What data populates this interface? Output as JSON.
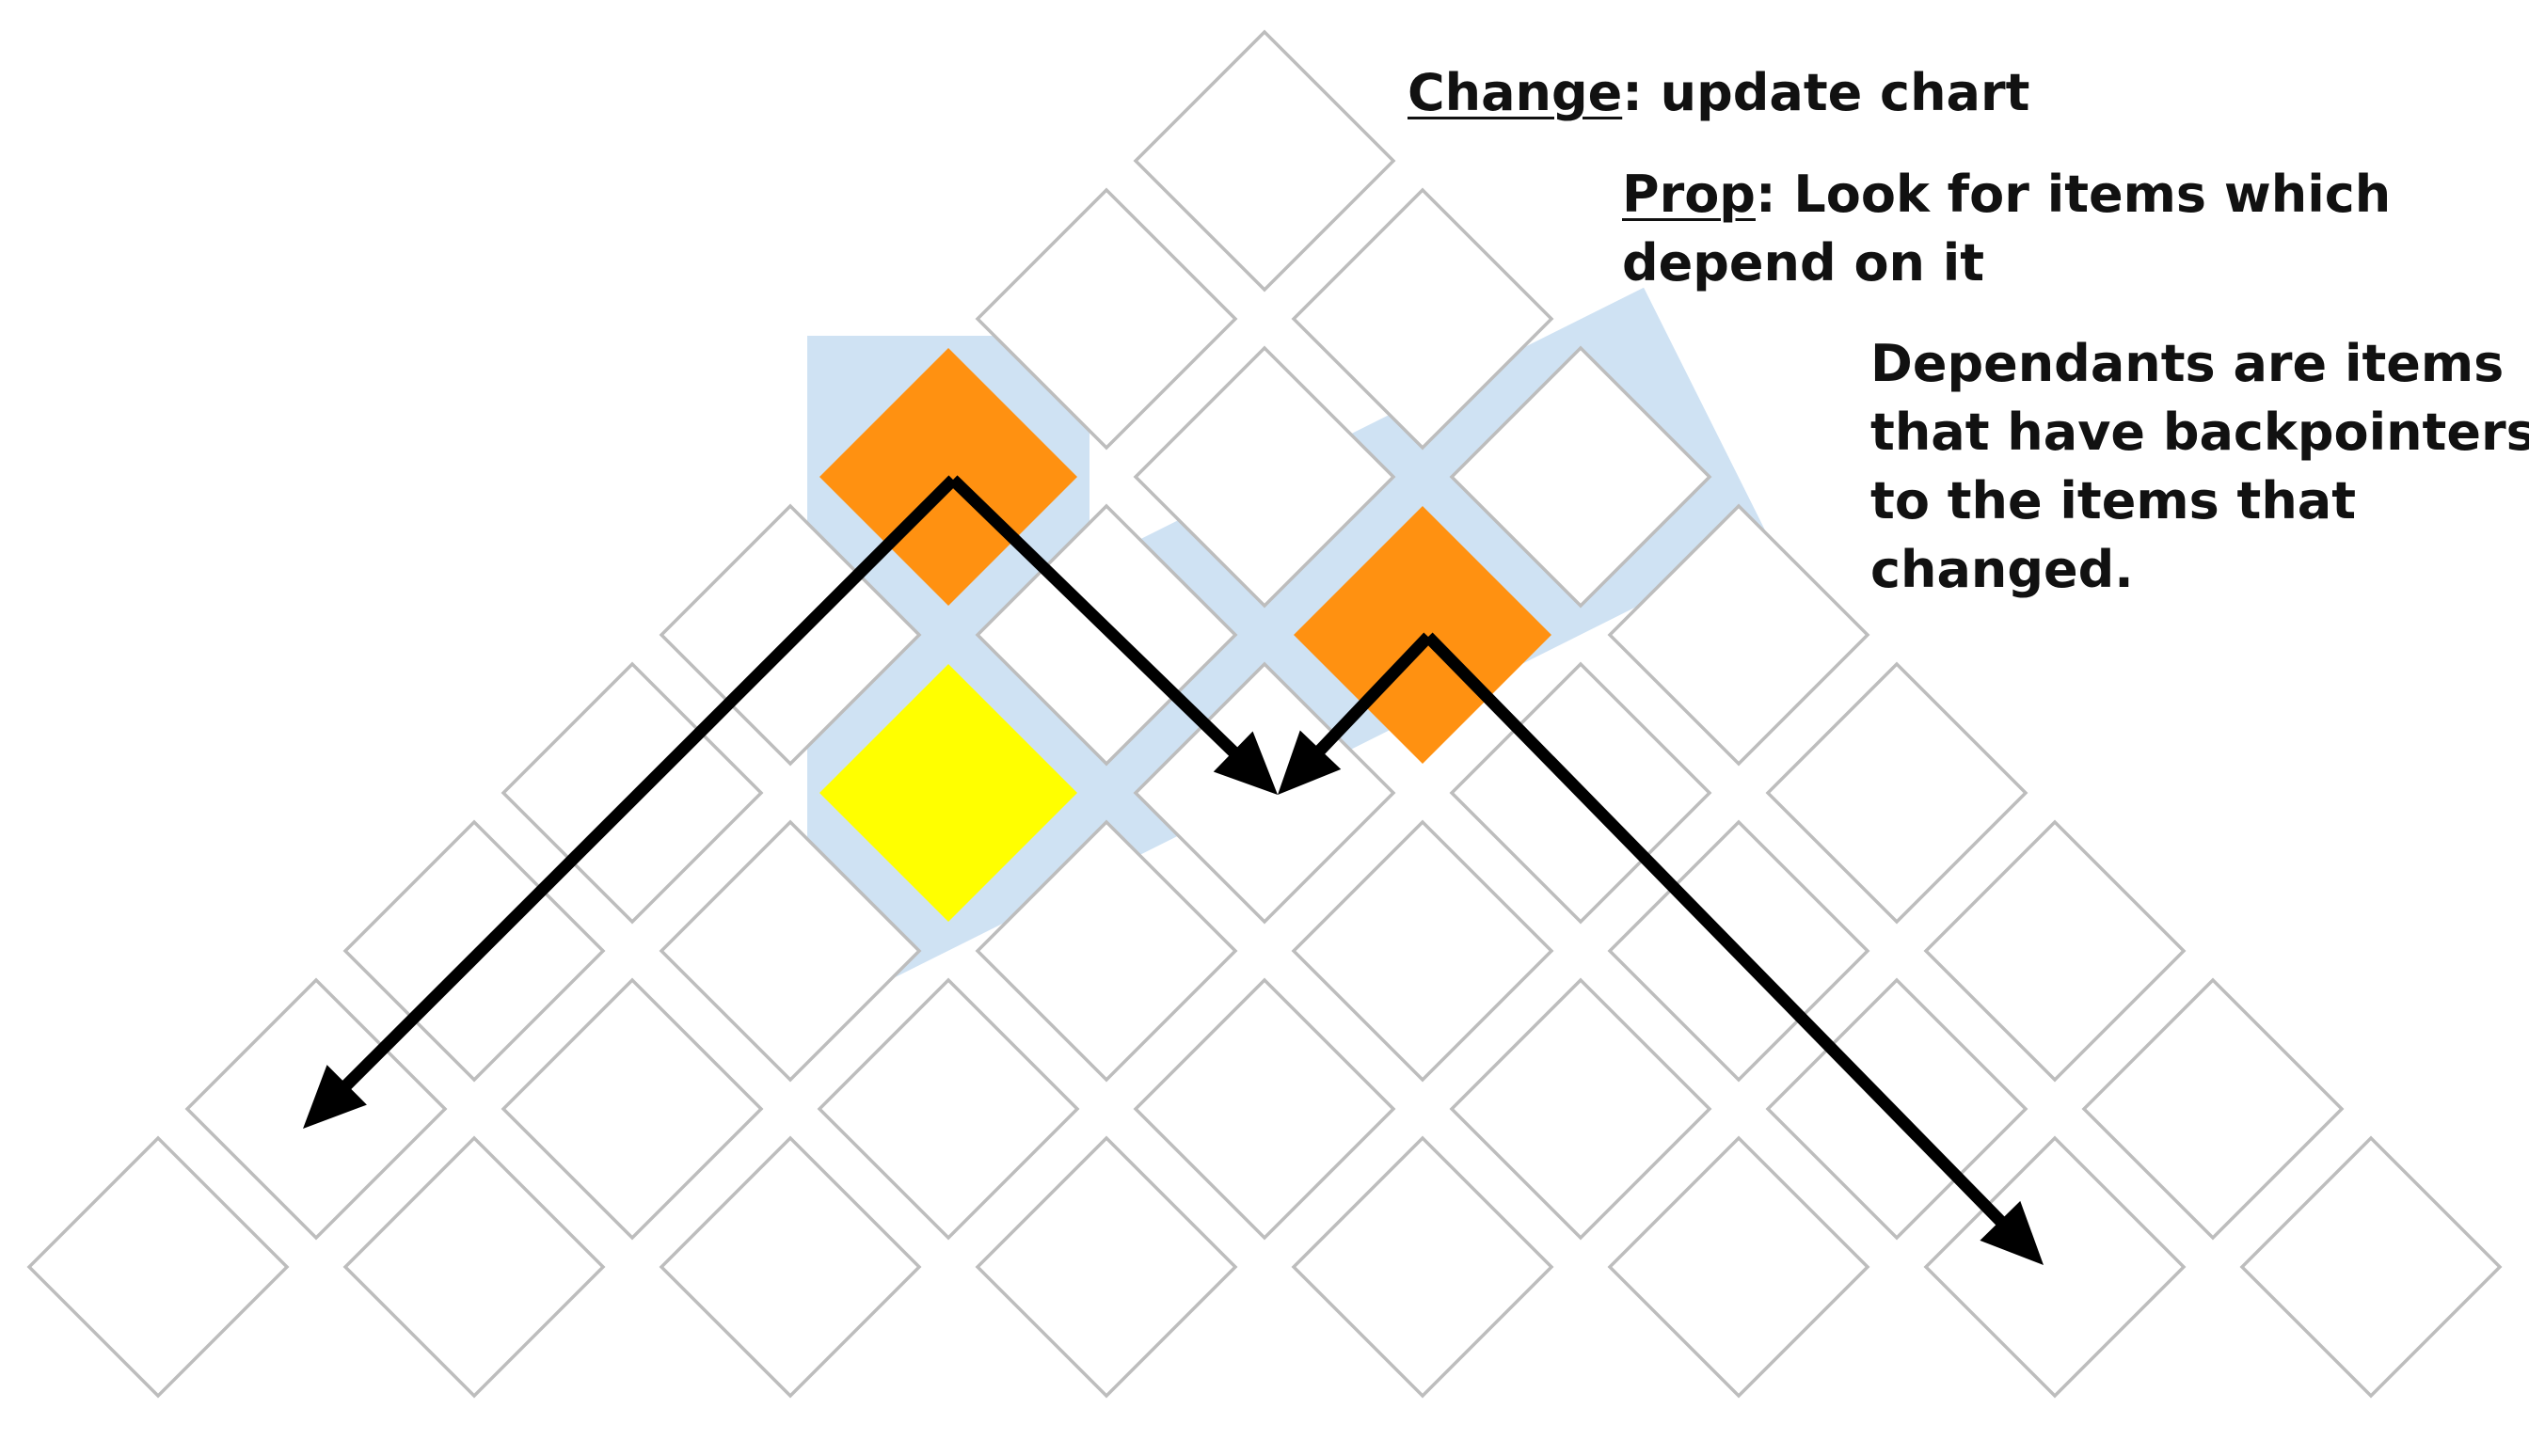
{
  "annotations": {
    "change": {
      "key": "Change",
      "text": ": update chart"
    },
    "prop": {
      "key": "Prop",
      "line1": ": Look for items which",
      "line2": "depend on it"
    },
    "dependants": {
      "lines": [
        "Dependants are items",
        "that have backpointers",
        "to the items that",
        "changed."
      ]
    }
  },
  "colors": {
    "cell_stroke": "#bdbdbd",
    "cell_fill": "#ffffff",
    "changed_item": "#ff9111",
    "updated_item": "#ffff00",
    "dependency_path": "#cfe2f3",
    "arrow": "#000000"
  }
}
